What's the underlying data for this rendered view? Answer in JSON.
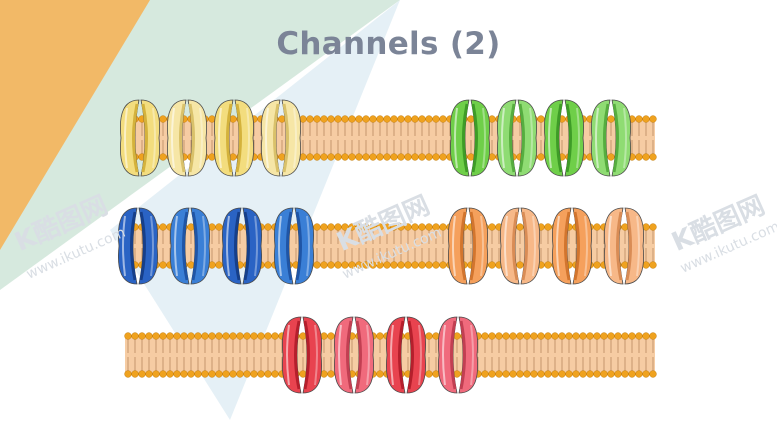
{
  "slide": {
    "title": "Channels (2)"
  },
  "watermark": {
    "logo_text": "K酷图网",
    "url": "www.ikutu.com"
  },
  "colors": {
    "lipid_head": "#efa21f",
    "lipid_tail": "#f6cca3",
    "tail_line": "#b07f55",
    "background_triangle_orange": "#f5b45a",
    "background_triangle_green": "#c6dfd2",
    "background_triangle_blue": "#c9dfe9"
  },
  "membranes": [
    {
      "id": "row1-left",
      "channels": [
        {
          "fill": "#f3dd7e",
          "dark": "#d4b23c"
        },
        {
          "fill": "#f6e6a6",
          "dark": "#d9c16a"
        },
        {
          "fill": "#f3dd7e",
          "dark": "#d4b23c"
        },
        {
          "fill": "#f6e6a6",
          "dark": "#d9c16a"
        }
      ]
    },
    {
      "id": "row1-right",
      "channels": [
        {
          "fill": "#6fcf49",
          "dark": "#3e9c27"
        },
        {
          "fill": "#8fdc73",
          "dark": "#56ad3f"
        },
        {
          "fill": "#6fcf49",
          "dark": "#3e9c27"
        },
        {
          "fill": "#8fdc73",
          "dark": "#56ad3f"
        }
      ]
    },
    {
      "id": "row2-left",
      "channels": [
        {
          "fill": "#2a63c4",
          "dark": "#163f8a"
        },
        {
          "fill": "#3a7fd6",
          "dark": "#1f55a6"
        },
        {
          "fill": "#2a63c4",
          "dark": "#163f8a"
        },
        {
          "fill": "#3a7fd6",
          "dark": "#1f55a6"
        }
      ]
    },
    {
      "id": "row2-right",
      "channels": [
        {
          "fill": "#f5a05c",
          "dark": "#d2752e"
        },
        {
          "fill": "#f7b888",
          "dark": "#d98c55"
        },
        {
          "fill": "#f5a05c",
          "dark": "#d2752e"
        },
        {
          "fill": "#f7b888",
          "dark": "#d98c55"
        }
      ]
    },
    {
      "id": "row3",
      "channels": [
        {
          "fill": "#e8434f",
          "dark": "#b51f2c"
        },
        {
          "fill": "#f06a7c",
          "dark": "#c23f52"
        },
        {
          "fill": "#e8434f",
          "dark": "#b51f2c"
        },
        {
          "fill": "#f06a7c",
          "dark": "#c23f52"
        }
      ]
    }
  ]
}
